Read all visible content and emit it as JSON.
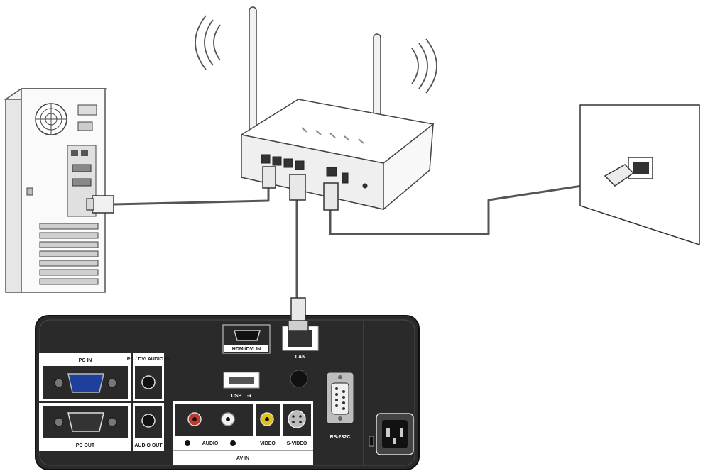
{
  "panel_labels": {
    "pc_in": "PC IN",
    "pc_dvi_audio_in": "PC / DVI AUDIO IN",
    "pc_out": "PC OUT",
    "audio_out": "AUDIO OUT",
    "hdmi_dvi_in": "HDMI/DVI IN",
    "lan": "LAN",
    "usb": "USB",
    "audio": "AUDIO",
    "video": "VIDEO",
    "s_video": "S-VIDEO",
    "av_in": "AV IN",
    "rs232c": "RS-232C"
  },
  "colors": {
    "cable": "#555555",
    "panel_body": "#2a2a2a",
    "vga_blue": "#1f3f9c",
    "rca_red": "#c0392b",
    "rca_yellow": "#e0c020",
    "rca_white": "#f2f2f2"
  },
  "icons": [
    "wifi-waves-icon",
    "usb-icon"
  ]
}
